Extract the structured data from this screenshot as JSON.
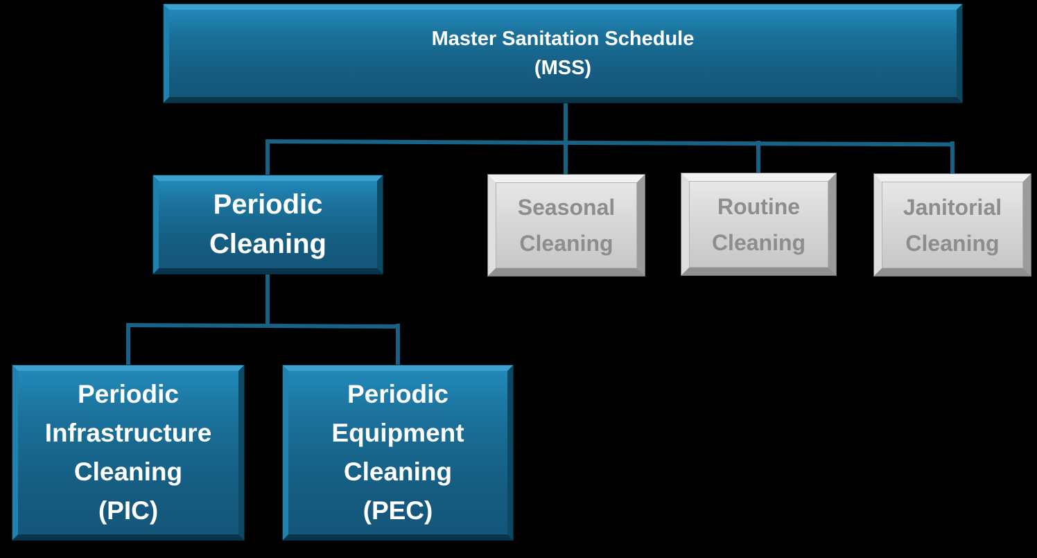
{
  "diagram": {
    "title": "Master Sanitation Schedule hierarchy",
    "type": "org-chart"
  },
  "colors": {
    "background": "#000000",
    "connector": "#176285",
    "teal_box_fill_top": "#2289B8",
    "teal_box_fill_bottom": "#14567A",
    "teal_box_bevel_highlight": "#3BA2D0",
    "teal_box_bevel_shadow": "#0A344B",
    "teal_box_text": "#FFFFFF",
    "gray_box_fill": "#D3D3D3",
    "gray_box_bevel_highlight": "#F1F1F1",
    "gray_box_bevel_shadow": "#8F8F8F",
    "gray_box_text": "#8D8D8D"
  },
  "nodes": {
    "mss": {
      "style": "teal",
      "lines": [
        "Master Sanitation Schedule",
        "(MSS)"
      ]
    },
    "periodic": {
      "style": "teal",
      "lines": [
        "Periodic",
        "Cleaning"
      ]
    },
    "seasonal": {
      "style": "gray",
      "lines": [
        "Seasonal",
        "Cleaning"
      ]
    },
    "routine": {
      "style": "gray",
      "lines": [
        "Routine",
        "Cleaning"
      ]
    },
    "janitorial": {
      "style": "gray",
      "lines": [
        "Janitorial",
        "Cleaning"
      ]
    },
    "pic": {
      "style": "teal",
      "lines": [
        "Periodic",
        "Infrastructure",
        "Cleaning",
        "(PIC)"
      ]
    },
    "pec": {
      "style": "teal",
      "lines": [
        "Periodic",
        "Equipment",
        "Cleaning",
        "(PEC)"
      ]
    }
  },
  "hierarchy": {
    "Master Sanitation Schedule (MSS)": [
      "Periodic Cleaning",
      "Seasonal Cleaning",
      "Routine Cleaning",
      "Janitorial Cleaning"
    ],
    "Periodic Cleaning": [
      "Periodic Infrastructure Cleaning (PIC)",
      "Periodic Equipment Cleaning (PEC)"
    ]
  }
}
